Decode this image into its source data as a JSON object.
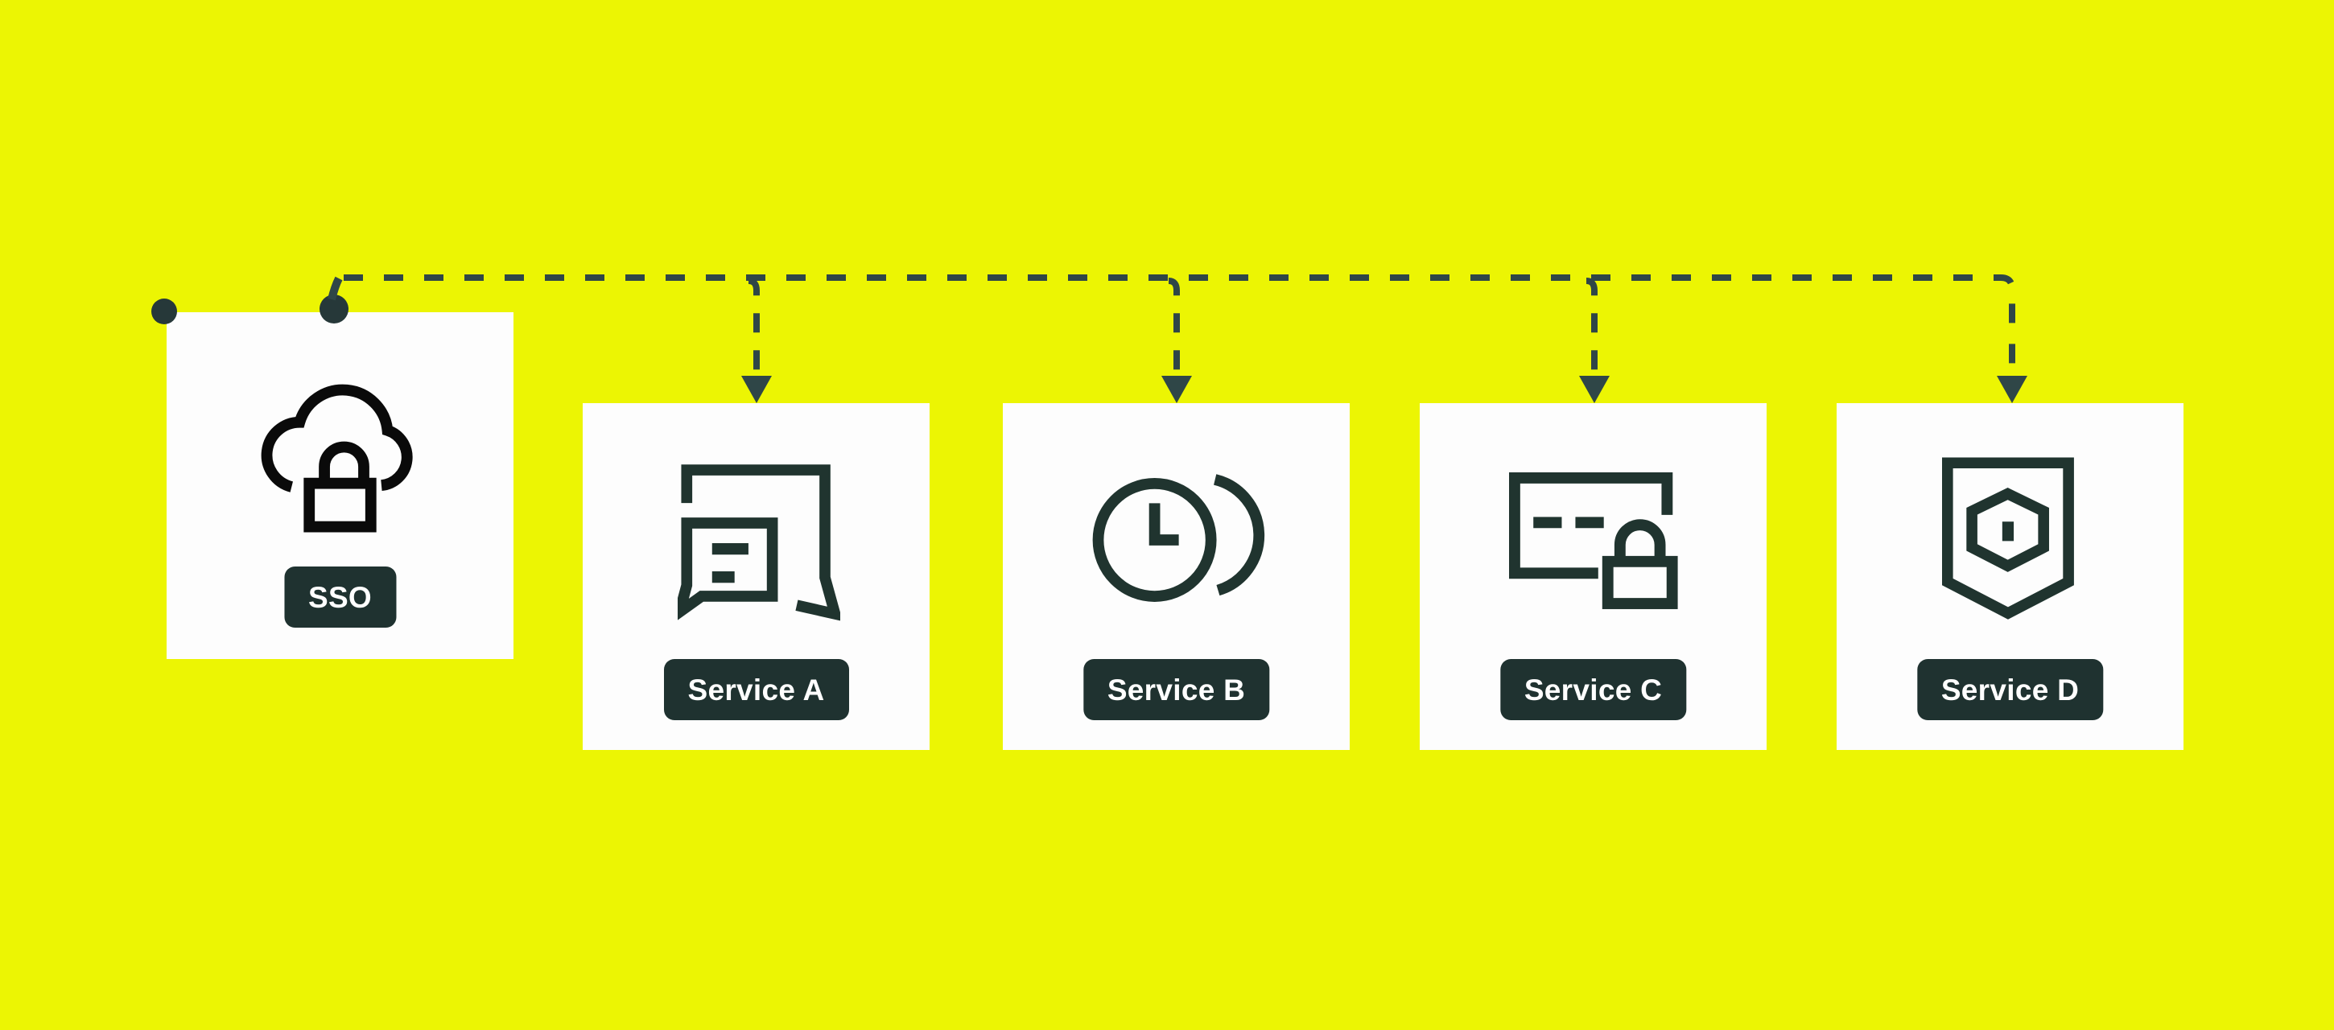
{
  "nodes": {
    "source": {
      "label": "SSO",
      "icon": "cloud-lock-icon"
    },
    "targets": [
      {
        "label": "Service A",
        "icon": "chat-bubbles-icon"
      },
      {
        "label": "Service B",
        "icon": "clock-history-icon"
      },
      {
        "label": "Service C",
        "icon": "credential-lock-icon"
      },
      {
        "label": "Service D",
        "icon": "shield-hexagon-icon"
      }
    ]
  },
  "connections": {
    "style": "dashed-arrow",
    "from": "SSO",
    "to": [
      "Service A",
      "Service B",
      "Service C",
      "Service D"
    ]
  },
  "colors": {
    "background": "#ECF503",
    "card": "#FDFDFD",
    "connector": "#2F4647",
    "dot": "#263839",
    "chip_background": "#1F3230",
    "chip_text": "#FFFFFF",
    "sso_icon_ink": "#0A0A0A",
    "service_icon_ink": "#20342F"
  }
}
